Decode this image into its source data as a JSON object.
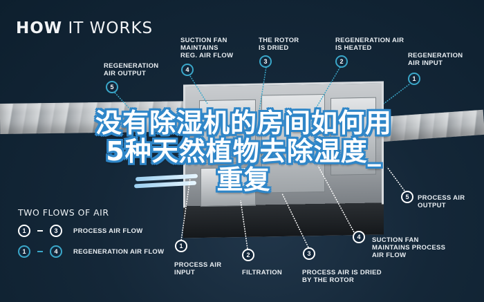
{
  "heading": {
    "strong": "HOW",
    "rest": " IT WORKS"
  },
  "overlay_title": {
    "line1": "没有除湿机的房间如何用",
    "line2": "5种天然植物去除湿度_",
    "line3": "重复"
  },
  "top_callouts": [
    {
      "num": "5",
      "label": "REGENERATION\nAIR OUTPUT"
    },
    {
      "num": "4",
      "label": "SUCTION FAN\nMAINTAINS\nREG. AIR FLOW"
    },
    {
      "num": "3",
      "label": "THE ROTOR\nIS DRIED"
    },
    {
      "num": "2",
      "label": "REGENERATION AIR\nIS HEATED"
    },
    {
      "num": "1",
      "label": "REGENERATION\nAIR INPUT"
    }
  ],
  "bottom_callouts": [
    {
      "num": "1",
      "label": "PROCESS AIR\nINPUT"
    },
    {
      "num": "2",
      "label": "FILTRATION"
    },
    {
      "num": "3",
      "label": "PROCESS AIR IS DRIED\nBY THE ROTOR"
    },
    {
      "num": "4",
      "label": "SUCTION FAN\nMAINTAINS PROCESS\nAIR FLOW"
    },
    {
      "num": "5",
      "label": "PROCESS AIR\nOUTPUT"
    }
  ],
  "legend": {
    "title": "TWO FLOWS OF AIR",
    "rows": [
      {
        "from": "1",
        "to": "3",
        "label": "PROCESS AIR FLOW",
        "color": "#ffffff"
      },
      {
        "from": "1",
        "to": "4",
        "label": "REGENERATION AIR FLOW",
        "color": "#3aa7c9"
      }
    ]
  },
  "colors": {
    "background": "#142738",
    "accent_blue": "#3aa7c9",
    "title_outline": "#2f86c8"
  }
}
